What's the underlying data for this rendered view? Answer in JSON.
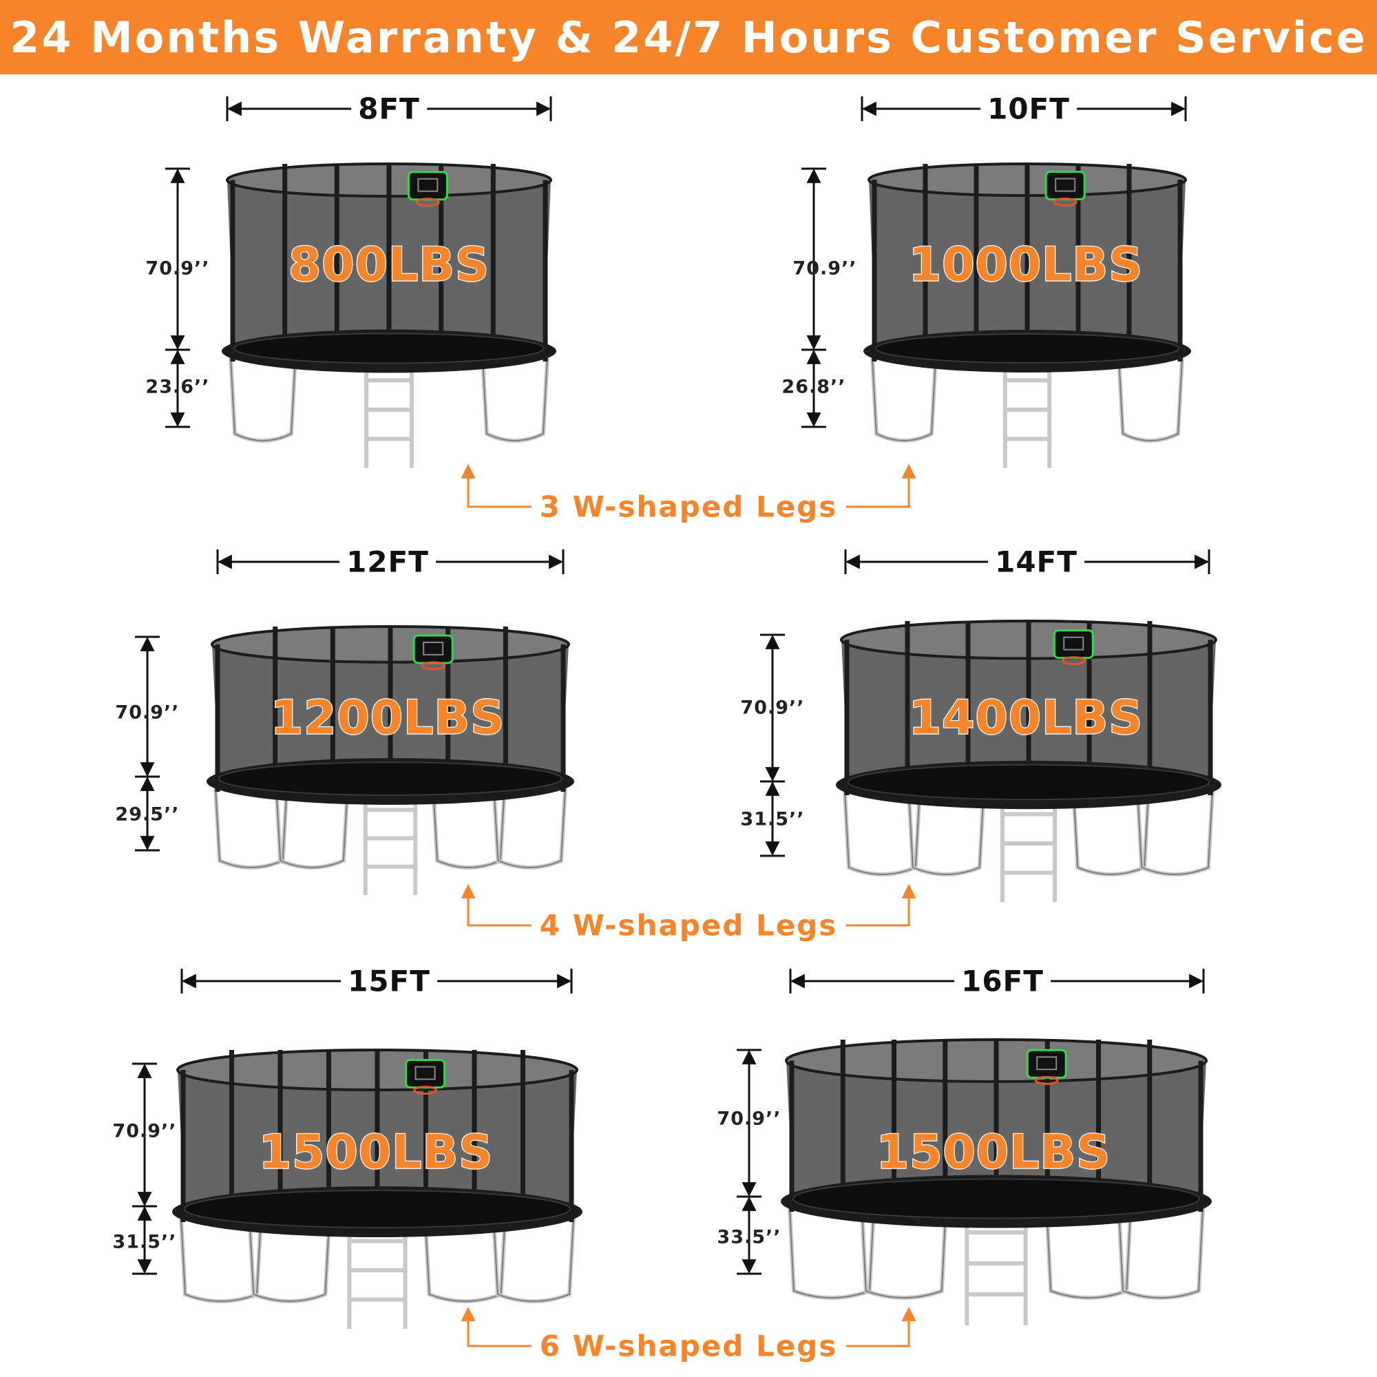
{
  "banner": {
    "text": "24 Months Warranty & 24/7 Hours Customer Service"
  },
  "colors": {
    "accent": "#f5842a",
    "frame": "#1c1c1c",
    "net": "#4a4a4a",
    "leg": "#c9c9c9",
    "hoop": "#39d353"
  },
  "trampolines": [
    {
      "size": "8FT",
      "capacity": "800LBS",
      "enclosure_height": "70.9’’",
      "frame_height": "23.6’’"
    },
    {
      "size": "10FT",
      "capacity": "1000LBS",
      "enclosure_height": "70.9’’",
      "frame_height": "26.8’’"
    },
    {
      "size": "12FT",
      "capacity": "1200LBS",
      "enclosure_height": "70.9’’",
      "frame_height": "29.5’’"
    },
    {
      "size": "14FT",
      "capacity": "1400LBS",
      "enclosure_height": "70.9’’",
      "frame_height": "31.5’’"
    },
    {
      "size": "15FT",
      "capacity": "1500LBS",
      "enclosure_height": "70.9’’",
      "frame_height": "31.5’’"
    },
    {
      "size": "16FT",
      "capacity": "1500LBS",
      "enclosure_height": "70.9’’",
      "frame_height": "33.5’’"
    }
  ],
  "leg_groups": [
    {
      "label": "3 W-shaped Legs"
    },
    {
      "label": "4 W-shaped Legs"
    },
    {
      "label": "6 W-shaped Legs"
    }
  ]
}
